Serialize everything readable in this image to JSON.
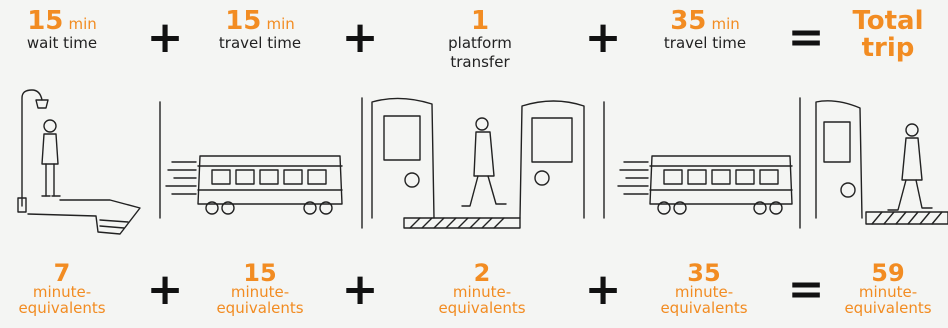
{
  "top_row": [
    {
      "value": "15",
      "unit": "min",
      "lines": [
        "wait time"
      ]
    },
    {
      "value": "15",
      "unit": "min",
      "lines": [
        "travel time"
      ]
    },
    {
      "value": "1",
      "unit": "",
      "lines": [
        "platform",
        "transfer"
      ]
    },
    {
      "value": "35",
      "unit": "min",
      "lines": [
        "travel time"
      ]
    }
  ],
  "total_label": [
    "Total",
    "trip"
  ],
  "operators": {
    "plus": "+",
    "equals": "="
  },
  "bottom_row": [
    {
      "value": "7",
      "lines": [
        "minute-",
        "equivalents"
      ]
    },
    {
      "value": "15",
      "lines": [
        "minute-",
        "equivalents"
      ]
    },
    {
      "value": "2",
      "lines": [
        "minute-",
        "equivalents"
      ]
    },
    {
      "value": "35",
      "lines": [
        "minute-",
        "equivalents"
      ]
    },
    {
      "value": "59",
      "lines": [
        "minute-",
        "equivalents"
      ]
    }
  ],
  "colors": {
    "accent": "#f28c22",
    "ink": "#111111",
    "background": "#f4f5f3"
  },
  "illustrations": [
    "person-waiting-at-stop",
    "moving-train",
    "person-transferring-between-trains",
    "moving-train",
    "person-arriving"
  ]
}
